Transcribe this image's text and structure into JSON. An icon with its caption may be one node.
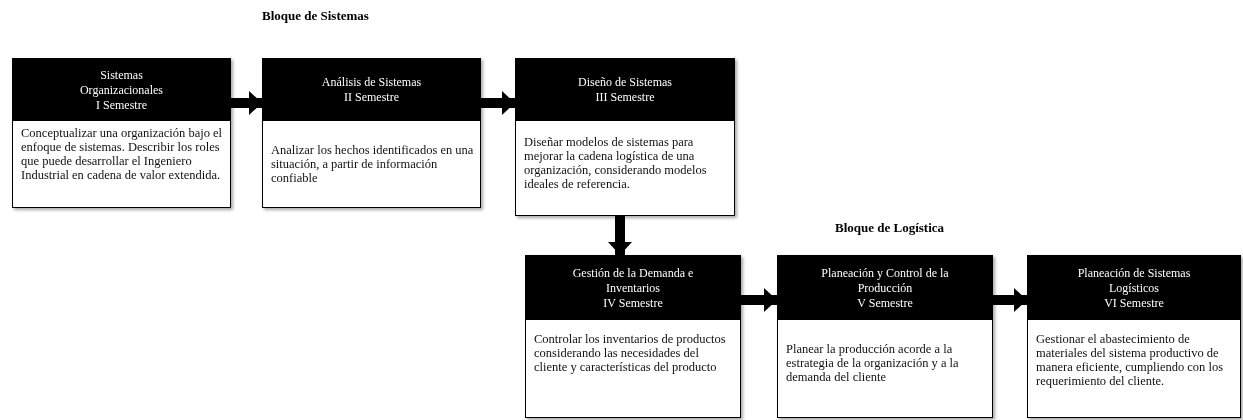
{
  "diagram": {
    "nodes": [
      {
        "text": [
          "Sistemas Organizacionales",
          "I Semestre",
          "Conceptualizar una organización bajo el enfoque de sistemas. Describir los roles que puede desarrollar el Ingeniero Industrial en cadena de valor extendida."
        ]
      },
      {
        "text": [
          "Análisis de Sistemas",
          "II Semestre",
          "Analizar los hechos identificados en una situación, a partir de información confiable"
        ]
      },
      {
        "text": [
          "Diseño de Sistemas",
          "III Semestre",
          "Diseñar modelos de sistemas para mejorar la cadena logística de una organización, considerando modelos ideales de referencia."
        ]
      },
      {
        "text": [
          "Gestión de la Demanda e Inventarios",
          "IV Semestre",
          "Controlar los inventarios de productos considerando las necesidades del cliente y características del producto"
        ]
      },
      {
        "text": [
          "Planeación y Control de la Producción",
          "V Semestre",
          "Planear la producción acorde a la estrategia de la organización y a la demanda del cliente"
        ]
      },
      {
        "text": [
          "Planeación de Sistemas Logísticos",
          "VI Semestre",
          "Gestionar el abastecimiento de materiales del sistema productivo de manera eficiente, cumpliendo con los requerimiento del cliente."
        ]
      }
    ],
    "edges": [
      {
        "from": 0,
        "to": 1,
        "arrow": "to"
      },
      {
        "from": 1,
        "to": 2,
        "arrow": "to"
      },
      {
        "from": 2,
        "to": 3,
        "arrow": "to"
      },
      {
        "from": 3,
        "to": 4,
        "arrow": "to"
      },
      {
        "from": 4,
        "to": 5,
        "arrow": "to"
      }
    ],
    "labels": [
      "Bloque de Sistemas",
      "Bloque de Logística"
    ]
  }
}
